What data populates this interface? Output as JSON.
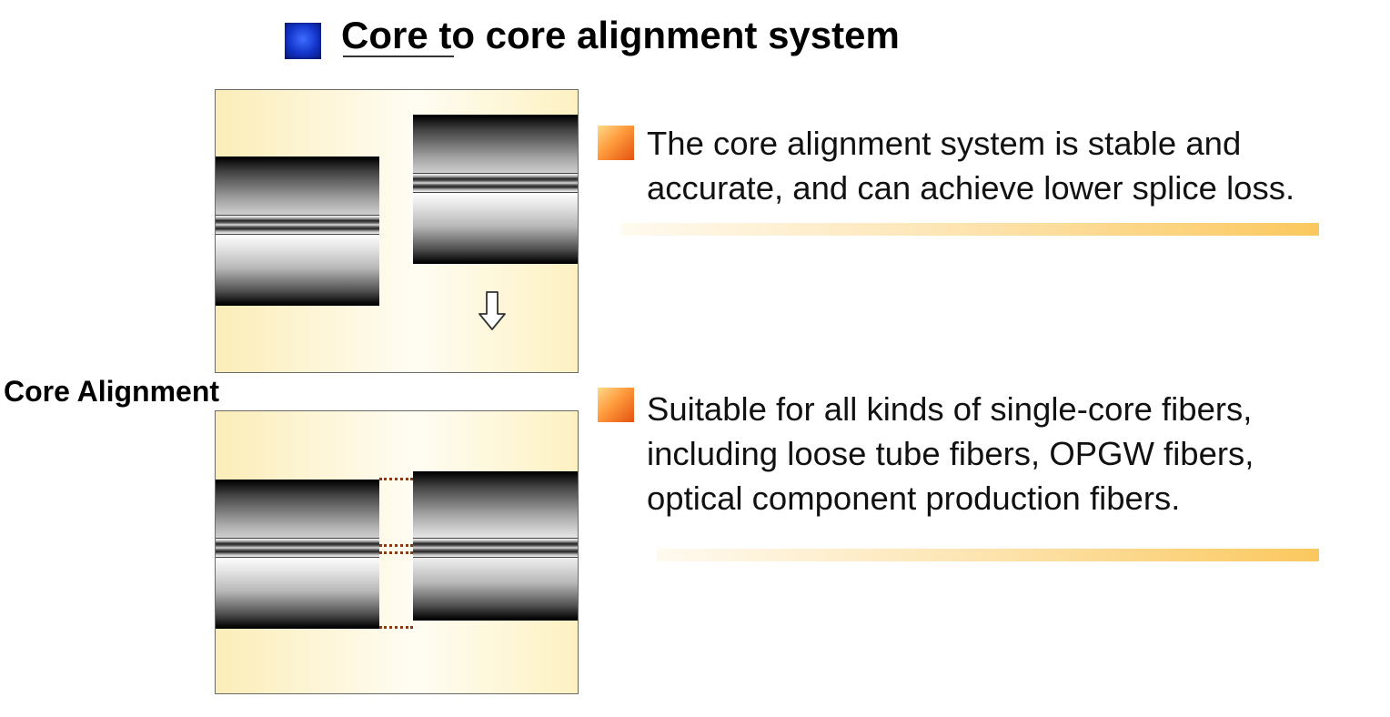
{
  "title": "Core to core alignment system",
  "side_label": "Core Alignment",
  "points": [
    {
      "lines": [
        "The core alignment system is stable and",
        "accurate, and can achieve lower splice loss."
      ]
    },
    {
      "lines": [
        "Suitable for all kinds of single-core fibers,",
        "including loose tube fibers, OPGW fibers,",
        "optical component production fibers."
      ]
    }
  ],
  "colors": {
    "title_marker": "#1233c8",
    "bullet": "#ff9a3c",
    "panel_background": "#fdf1c2",
    "alignment_dots": "#8a3a12",
    "accent_bar": "#fbc85e"
  },
  "icons": {
    "title_marker": "blue-square-icon",
    "bullets": "orange-square-icon",
    "move_direction": "down-arrow-icon"
  }
}
